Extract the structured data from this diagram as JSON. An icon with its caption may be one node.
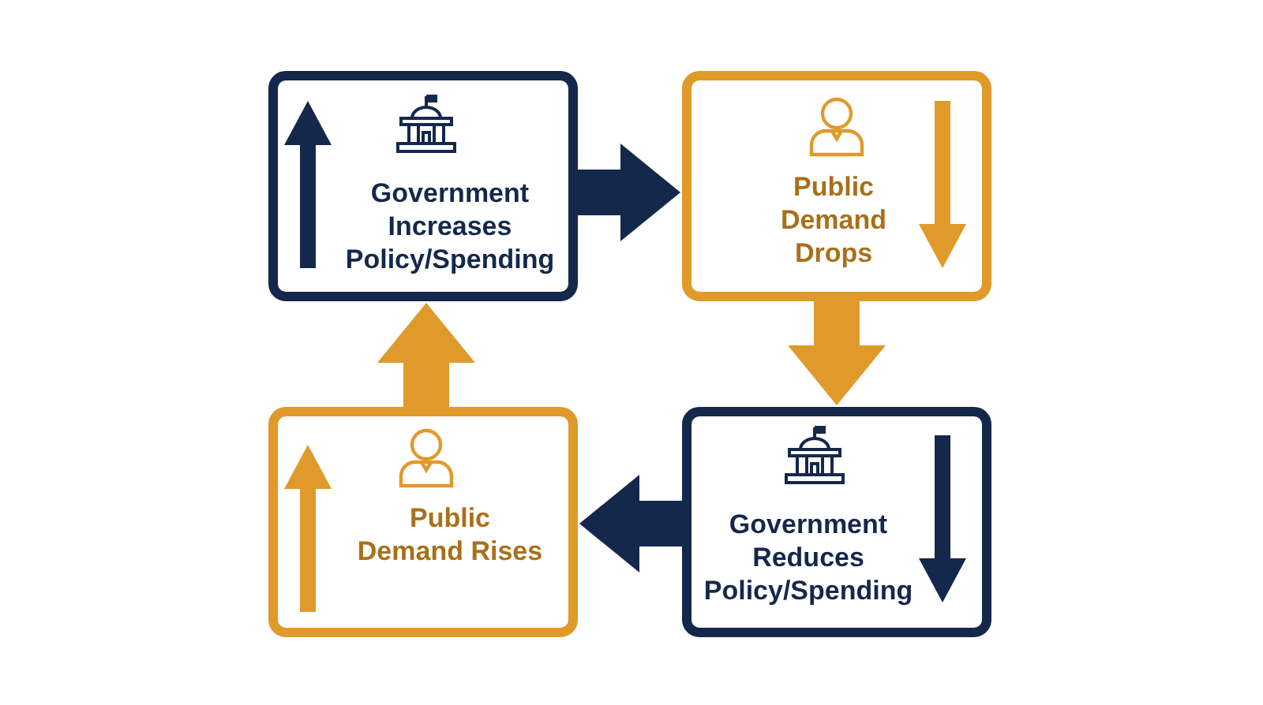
{
  "diagram": {
    "nodes": [
      {
        "text": [
          "Government Increases Policy/Spending"
        ]
      },
      {
        "text": [
          "Public Demand Drops"
        ]
      },
      {
        "text": [
          "Government Reduces Policy/Spending"
        ]
      },
      {
        "text": [
          "Public Demand Rises"
        ]
      }
    ],
    "edges": [
      {
        "from": 0,
        "to": 1,
        "arrow": "to",
        "color": "#14284b"
      },
      {
        "from": 1,
        "to": 2,
        "arrow": "to",
        "color": "#e09a2b"
      },
      {
        "from": 2,
        "to": 3,
        "arrow": "to",
        "color": "#14284b"
      },
      {
        "from": 3,
        "to": 0,
        "arrow": "to",
        "color": "#e09a2b"
      }
    ]
  }
}
